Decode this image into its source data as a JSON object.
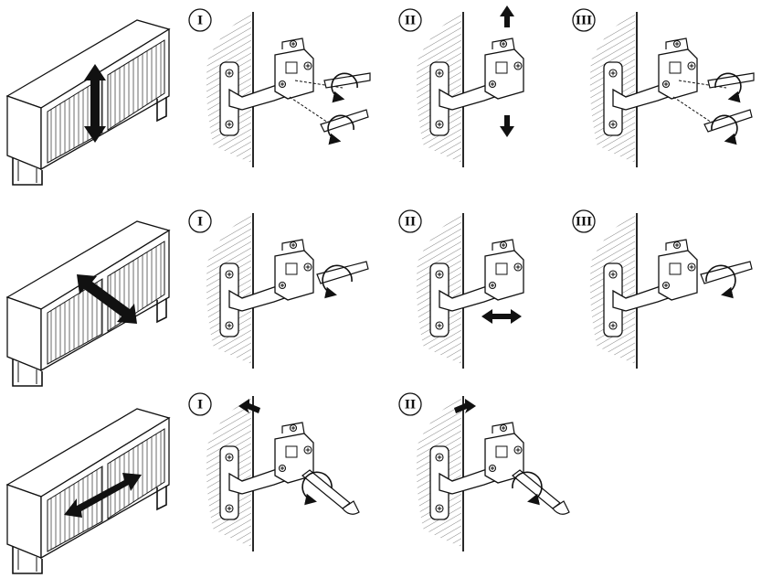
{
  "rows": [
    {
      "name": "height-adjustment",
      "cabinet_arrow": "vertical",
      "steps": [
        {
          "label": "I",
          "tool": "screwdriver-two-screws",
          "arrows": []
        },
        {
          "label": "II",
          "tool": "none",
          "arrows": [
            "up",
            "down"
          ]
        },
        {
          "label": "III",
          "tool": "screwdriver-two-screws-tighten",
          "arrows": []
        }
      ]
    },
    {
      "name": "depth-adjustment",
      "cabinet_arrow": "diagonal",
      "steps": [
        {
          "label": "I",
          "tool": "screwdriver-rear-screw",
          "arrows": []
        },
        {
          "label": "II",
          "tool": "none",
          "arrows": [
            "left-right"
          ]
        },
        {
          "label": "III",
          "tool": "screwdriver-rear-screw-tighten",
          "arrows": []
        }
      ]
    },
    {
      "name": "side-adjustment",
      "cabinet_arrow": "horizontal",
      "steps": [
        {
          "label": "I",
          "tool": "screwdriver-front-screw-ccw",
          "arrows": [
            "door-left"
          ]
        },
        {
          "label": "II",
          "tool": "screwdriver-front-screw-cw",
          "arrows": [
            "door-right"
          ]
        }
      ]
    }
  ],
  "colors": {
    "ink": "#111111",
    "hatch": "#555555",
    "paper": "#ffffff"
  }
}
